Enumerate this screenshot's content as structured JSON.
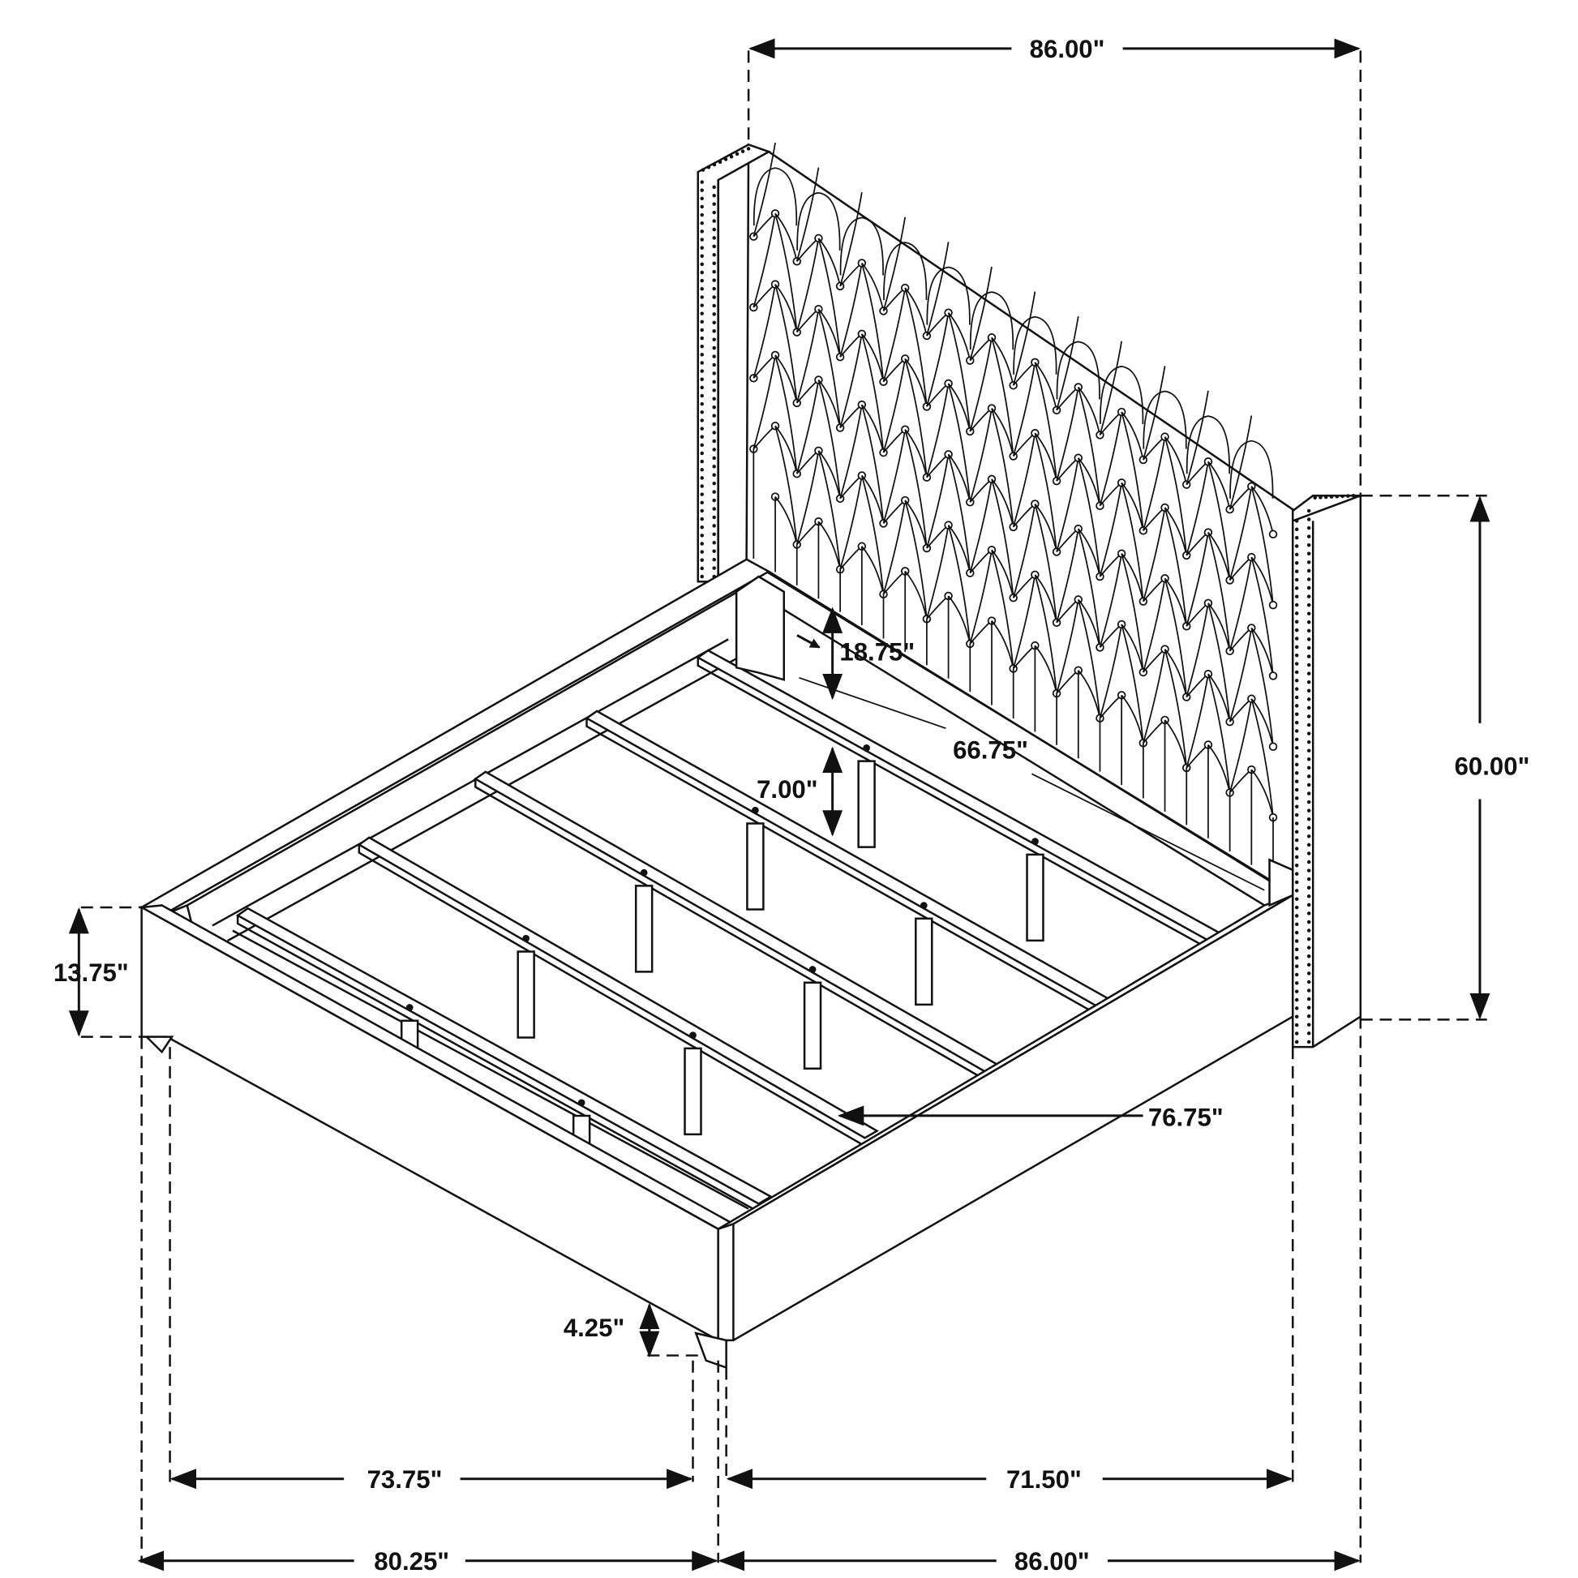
{
  "title": "Bed dimension drawing",
  "colors": {
    "line": "#111111",
    "background": "#ffffff"
  },
  "dimensions": {
    "headboard_width_top": "86.00\"",
    "headboard_height": "60.00\"",
    "side_rail_height": "13.75\"",
    "inner_post_height": "18.75\"",
    "inner_length": "66.75\"",
    "slat_clearance": "7.00\"",
    "inner_width": "76.75\"",
    "leg_height": "4.25\"",
    "inner_length_bottom": "73.75\"",
    "inner_width_bottom": "71.50\"",
    "overall_length": "80.25\"",
    "overall_width": "86.00\""
  }
}
